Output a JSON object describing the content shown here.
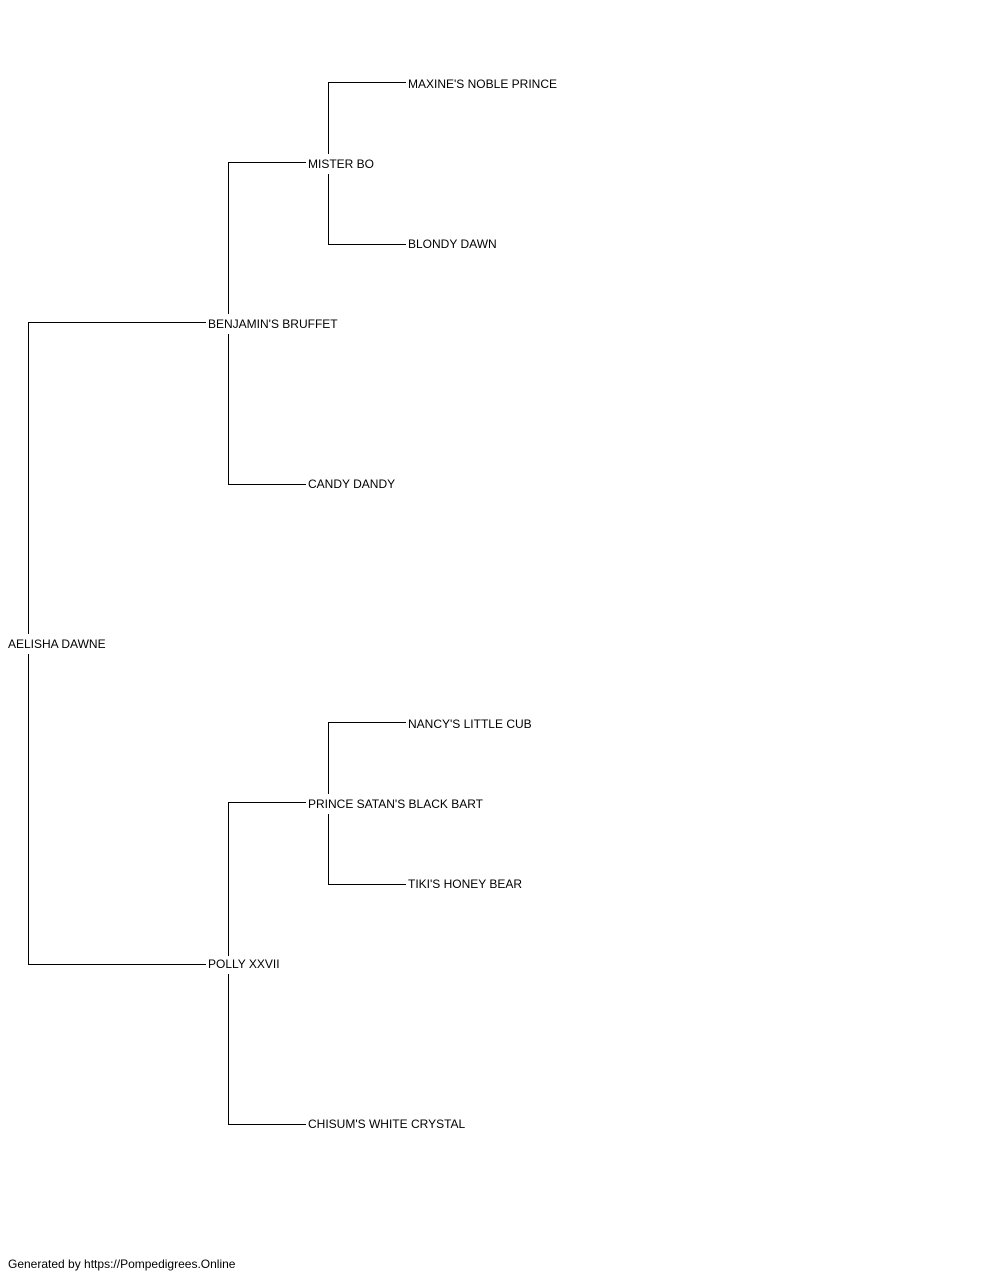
{
  "pedigree": {
    "subject": "AELISHA DAWNE",
    "sire": {
      "name": "BENJAMIN'S BRUFFET",
      "sire": {
        "name": "MISTER BO",
        "sire": {
          "name": "MAXINE'S NOBLE PRINCE"
        },
        "dam": {
          "name": "BLONDY DAWN"
        }
      },
      "dam": {
        "name": "CANDY DANDY"
      }
    },
    "dam": {
      "name": "POLLY XXVII",
      "sire": {
        "name": "PRINCE SATAN'S BLACK BART",
        "sire": {
          "name": "NANCY'S LITTLE CUB"
        },
        "dam": {
          "name": "TIKI'S HONEY BEAR"
        }
      },
      "dam": {
        "name": "CHISUM'S WHITE CRYSTAL"
      }
    }
  },
  "footer": {
    "text": "Generated by https://Pompedigrees.Online"
  },
  "style": {
    "line_color": "#000000",
    "text_color": "#000000",
    "background": "#ffffff"
  }
}
